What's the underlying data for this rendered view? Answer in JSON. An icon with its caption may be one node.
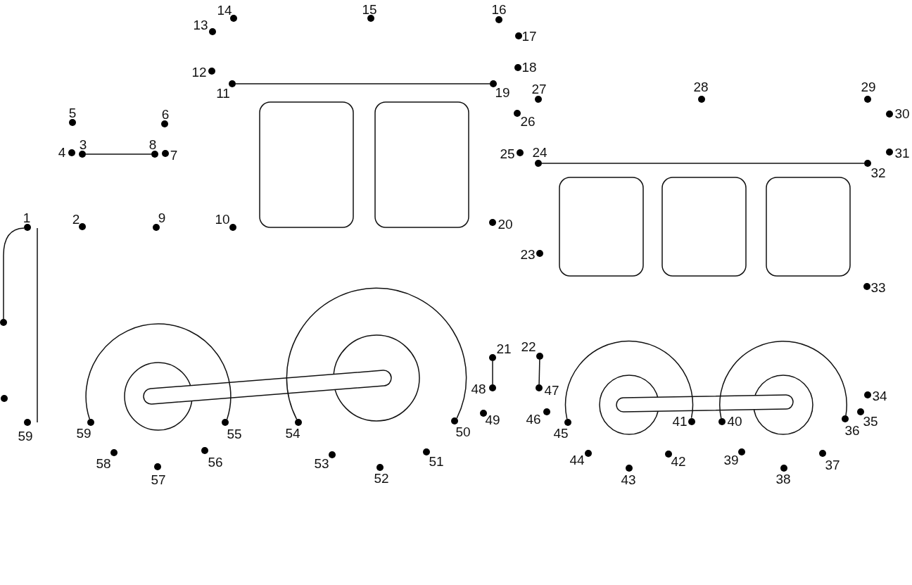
{
  "diagram": {
    "nodes": [
      {
        "text": [],
        "shape": "circle",
        "beside": [
          "1"
        ]
      },
      {
        "text": [],
        "shape": "circle",
        "beside": [
          "2"
        ]
      },
      {
        "text": [],
        "shape": "circle",
        "beside": [
          "3"
        ]
      },
      {
        "text": [],
        "shape": "circle",
        "beside": [
          "4"
        ]
      },
      {
        "text": [],
        "shape": "circle",
        "beside": [
          "5"
        ]
      },
      {
        "text": [],
        "shape": "circle",
        "beside": [
          "6"
        ]
      },
      {
        "text": [],
        "shape": "circle",
        "beside": [
          "7"
        ]
      },
      {
        "text": [],
        "shape": "circle",
        "beside": [
          "8"
        ]
      },
      {
        "text": [],
        "shape": "circle",
        "beside": [
          "9"
        ]
      },
      {
        "text": [],
        "shape": "circle",
        "beside": [
          "10"
        ]
      },
      {
        "text": [],
        "shape": "circle",
        "beside": [
          "11"
        ]
      },
      {
        "text": [],
        "shape": "circle",
        "beside": [
          "12"
        ]
      },
      {
        "text": [],
        "shape": "circle",
        "beside": [
          "13"
        ]
      },
      {
        "text": [],
        "shape": "circle",
        "beside": [
          "14"
        ]
      },
      {
        "text": [],
        "shape": "circle",
        "beside": [
          "15"
        ]
      },
      {
        "text": [],
        "shape": "circle",
        "beside": [
          "16"
        ]
      },
      {
        "text": [],
        "shape": "circle",
        "beside": [
          "17"
        ]
      },
      {
        "text": [],
        "shape": "circle",
        "beside": [
          "18"
        ]
      },
      {
        "text": [],
        "shape": "circle",
        "beside": [
          "19"
        ]
      },
      {
        "text": [],
        "shape": "circle",
        "beside": [
          "20"
        ]
      },
      {
        "text": [],
        "shape": "circle",
        "beside": [
          "21"
        ]
      },
      {
        "text": [],
        "shape": "circle",
        "beside": [
          "22"
        ]
      },
      {
        "text": [],
        "shape": "circle",
        "beside": [
          "23"
        ]
      },
      {
        "text": [],
        "shape": "circle",
        "beside": [
          "24"
        ]
      },
      {
        "text": [],
        "shape": "circle",
        "beside": [
          "25"
        ]
      },
      {
        "text": [],
        "shape": "circle",
        "beside": [
          "26"
        ]
      },
      {
        "text": [],
        "shape": "circle",
        "beside": [
          "27"
        ]
      },
      {
        "text": [],
        "shape": "circle",
        "beside": [
          "28"
        ]
      },
      {
        "text": [],
        "shape": "circle",
        "beside": [
          "29"
        ]
      },
      {
        "text": [],
        "shape": "circle",
        "beside": [
          "30"
        ]
      },
      {
        "text": [],
        "shape": "circle",
        "beside": [
          "31"
        ]
      },
      {
        "text": [],
        "shape": "circle",
        "beside": [
          "32"
        ]
      },
      {
        "text": [],
        "shape": "circle",
        "beside": [
          "33"
        ]
      },
      {
        "text": [],
        "shape": "circle",
        "beside": [
          "34"
        ]
      },
      {
        "text": [],
        "shape": "circle",
        "beside": [
          "35"
        ]
      },
      {
        "text": [],
        "shape": "circle",
        "beside": [
          "36"
        ]
      },
      {
        "text": [],
        "shape": "circle",
        "beside": [
          "37"
        ]
      },
      {
        "text": [],
        "shape": "circle",
        "beside": [
          "38"
        ]
      },
      {
        "text": [],
        "shape": "circle",
        "beside": [
          "39"
        ]
      },
      {
        "text": [],
        "shape": "circle",
        "beside": [
          "40"
        ]
      },
      {
        "text": [],
        "shape": "circle",
        "beside": [
          "41"
        ]
      },
      {
        "text": [],
        "shape": "circle",
        "beside": [
          "42"
        ]
      },
      {
        "text": [],
        "shape": "circle",
        "beside": [
          "43"
        ]
      },
      {
        "text": [],
        "shape": "circle",
        "beside": [
          "44"
        ]
      },
      {
        "text": [],
        "shape": "circle",
        "beside": [
          "45"
        ]
      },
      {
        "text": [],
        "shape": "circle",
        "beside": [
          "46"
        ]
      },
      {
        "text": [],
        "shape": "circle",
        "beside": [
          "47"
        ]
      },
      {
        "text": [],
        "shape": "circle",
        "beside": [
          "48"
        ]
      },
      {
        "text": [],
        "shape": "circle",
        "beside": [
          "49"
        ]
      },
      {
        "text": [],
        "shape": "circle",
        "beside": [
          "50"
        ]
      },
      {
        "text": [],
        "shape": "circle",
        "beside": [
          "51"
        ]
      },
      {
        "text": [],
        "shape": "circle",
        "beside": [
          "52"
        ]
      },
      {
        "text": [],
        "shape": "circle",
        "beside": [
          "53"
        ]
      },
      {
        "text": [],
        "shape": "circle",
        "beside": [
          "54"
        ]
      },
      {
        "text": [],
        "shape": "circle",
        "beside": [
          "55"
        ]
      },
      {
        "text": [],
        "shape": "circle",
        "beside": [
          "56"
        ]
      },
      {
        "text": [],
        "shape": "circle",
        "beside": [
          "57"
        ]
      },
      {
        "text": [],
        "shape": "circle",
        "beside": [
          "58"
        ]
      },
      {
        "text": [],
        "shape": "circle",
        "beside": [
          "59"
        ]
      },
      {
        "text": [],
        "shape": "circle",
        "beside": [
          "59"
        ]
      },
      {
        "text": [],
        "shape": "circle"
      },
      {
        "text": [],
        "shape": "circle"
      }
    ],
    "edges": [
      {
        "from": 10,
        "to": 18,
        "arrow": "none"
      },
      {
        "from": 2,
        "to": 7,
        "arrow": "none"
      },
      {
        "from": 23,
        "to": 31,
        "arrow": "none"
      },
      {
        "from": 20,
        "to": 47,
        "arrow": "none"
      },
      {
        "from": 21,
        "to": 46,
        "arrow": "none"
      },
      {
        "from": 0,
        "to": 60,
        "arrow": "none"
      },
      {
        "from": 59,
        "to": 54,
        "arrow": "none"
      },
      {
        "from": 53,
        "to": 49,
        "arrow": "none"
      },
      {
        "from": 44,
        "to": 40,
        "arrow": "none"
      },
      {
        "from": 39,
        "to": 35,
        "arrow": "none"
      }
    ]
  }
}
